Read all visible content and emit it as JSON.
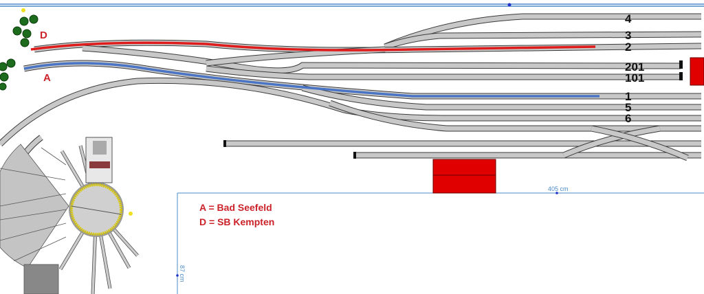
{
  "layout": {
    "track_numbers": [
      "4",
      "3",
      "2",
      "201",
      "101",
      "1",
      "5",
      "6"
    ],
    "route_labels": {
      "d": "D",
      "a": "A"
    },
    "dimensions": {
      "width": "405 cm",
      "height": "87 cm"
    },
    "legend": [
      "A = Bad Seefeld",
      "D = SB Kempten"
    ]
  },
  "colors": {
    "route_d": "#e01b1b",
    "route_a": "#4a74c4",
    "buffer_block": "#e00000",
    "border": "#4a8bc9",
    "track": "#c8c8c8"
  }
}
